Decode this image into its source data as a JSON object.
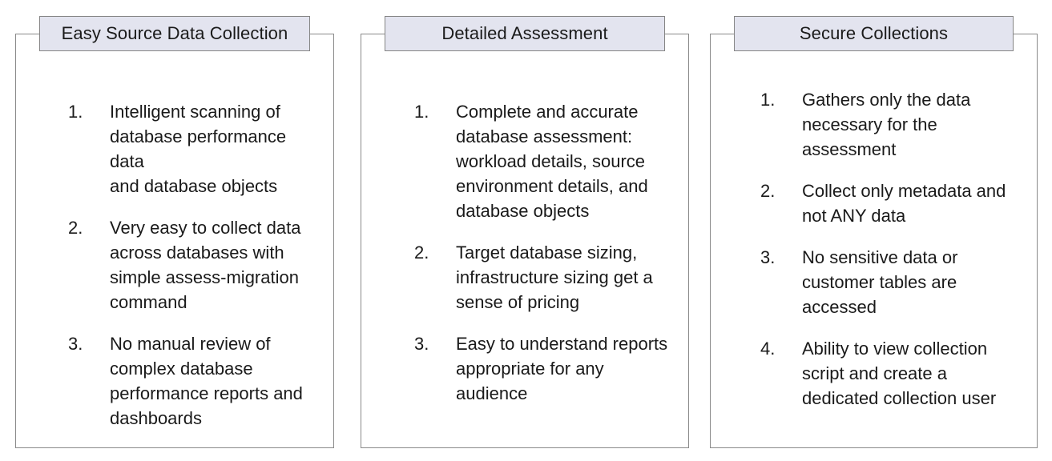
{
  "theme": {
    "header_fill": "#E3E4EF",
    "header_border": "#858585",
    "box_border": "#8A8A8A",
    "text_color": "#1A1A1A",
    "background": "#FFFFFF"
  },
  "panels": [
    {
      "title": "Easy Source Data Collection",
      "items": [
        {
          "number": "1.",
          "text": "Intelligent scanning of\ndatabase performance data\nand database objects"
        },
        {
          "number": "2.",
          "text": "Very easy to collect data\nacross databases with\nsimple assess-migration\ncommand"
        },
        {
          "number": "3.",
          "text": "No manual review of\ncomplex database\nperformance reports and\ndashboards"
        }
      ]
    },
    {
      "title": "Detailed Assessment",
      "items": [
        {
          "number": "1.",
          "text": "Complete and accurate\ndatabase assessment:\nworkload details, source\nenvironment details, and\ndatabase objects"
        },
        {
          "number": "2.",
          "text": "Target database sizing,\ninfrastructure sizing get a\nsense of pricing"
        },
        {
          "number": "3.",
          "text": "Easy to understand reports\nappropriate for any\naudience"
        }
      ]
    },
    {
      "title": "Secure Collections",
      "items": [
        {
          "number": "1.",
          "text": "Gathers only the data\nnecessary for the\nassessment"
        },
        {
          "number": "2.",
          "text": "Collect only metadata and\nnot ANY data"
        },
        {
          "number": "3.",
          "text": "No sensitive data or\ncustomer tables are\naccessed"
        },
        {
          "number": "4.",
          "text": "Ability to view collection\nscript and create a\ndedicated collection user"
        }
      ]
    }
  ]
}
